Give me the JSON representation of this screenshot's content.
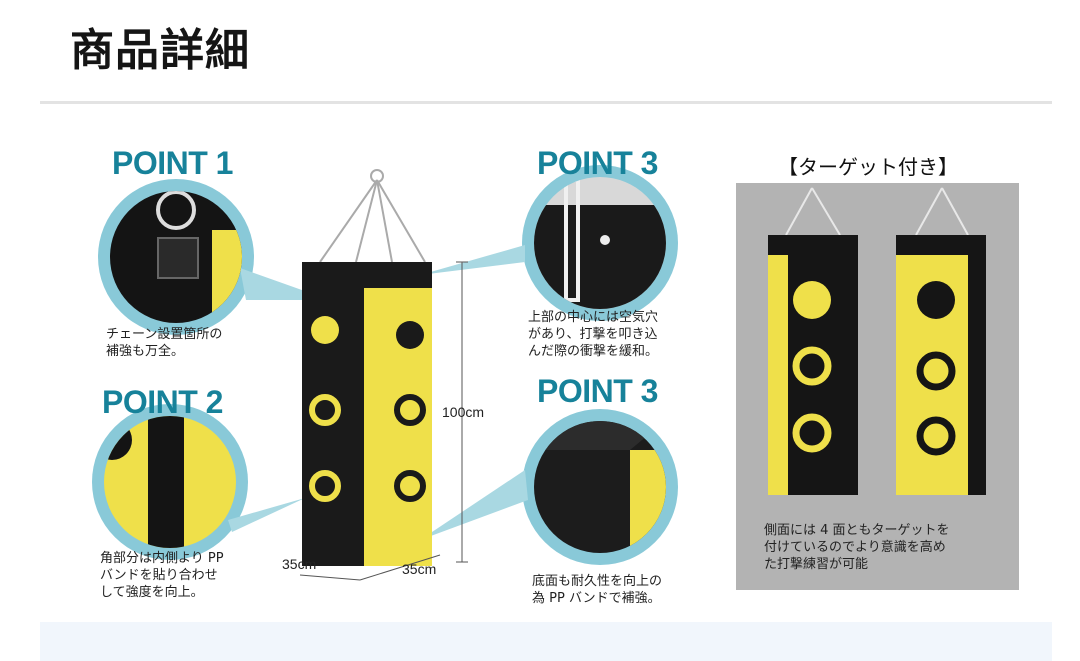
{
  "page": {
    "title": "商品詳細"
  },
  "points": {
    "p1": {
      "title": "POINT 1",
      "caption_lines": [
        "チェーン設置箇所の",
        "補強も万全。"
      ]
    },
    "p2": {
      "title": "POINT 2",
      "caption_lines": [
        "角部分は内側より PP",
        "バンドを貼り合わせ",
        "して強度を向上。"
      ]
    },
    "p3a": {
      "title": "POINT 3",
      "caption_lines": [
        "上部の中心には空気穴",
        "があり、打撃を叩き込",
        "んだ際の衝撃を緩和。"
      ]
    },
    "p3b": {
      "title": "POINT 3",
      "caption_lines": [
        "底面も耐久性を向上の",
        "為 PP バンドで補強。"
      ]
    }
  },
  "dimensions": {
    "height": "100cm",
    "width": "35cm",
    "depth": "35cm"
  },
  "target": {
    "title": "【ターゲット付き】",
    "caption_lines": [
      "側面には 4 面ともターゲットを",
      "付けているのでより意識を高め",
      "た打撃練習が可能"
    ]
  },
  "colors": {
    "accent": "#17829a",
    "bag_yellow": "#f2e34a",
    "bag_black": "#151515",
    "circle_bg": "#89c9d8"
  }
}
